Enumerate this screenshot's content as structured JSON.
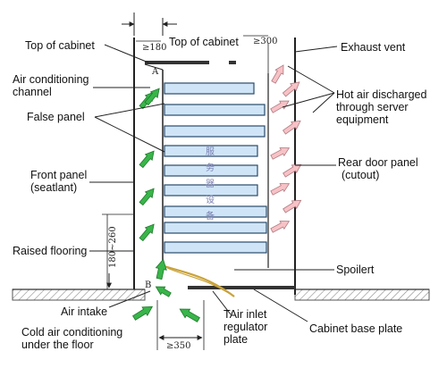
{
  "labels": {
    "top_of_cabinet_left": "Top of cabinet",
    "top_of_cabinet_center": "Top of cabinet",
    "exhaust_vent": "Exhaust vent",
    "air_conditioning_channel": [
      "Air conditioning",
      "channel"
    ],
    "false_panel": "False panel",
    "hot_air": [
      "Hot air discharged",
      "through server",
      "equipment"
    ],
    "front_panel": [
      "Front panel",
      "(seatlant)"
    ],
    "rear_door_panel": [
      "Rear door panel",
      "(cutout)"
    ],
    "raised_flooring": "Raised flooring",
    "spoilert": "Spoilert",
    "air_intake": "Air intake",
    "air_inlet_regulator": [
      "TAir inlet",
      "regulator",
      "plate"
    ],
    "cold_air": [
      "Cold air conditioning",
      "under the floor"
    ],
    "cabinet_base_plate": "Cabinet base plate"
  },
  "dimensions": {
    "top_gap": "≥180",
    "rear_gap": "≥300",
    "bottom_gap": "≥350",
    "floor_height": "180~260"
  },
  "markers": {
    "a": "A",
    "b": "B"
  },
  "server_text": [
    "服",
    "务",
    "器",
    "设",
    "备"
  ],
  "colors": {
    "server_fill": "#cfe5f7",
    "server_stroke": "#2a4a6a",
    "cold_arrow": "#39b54a",
    "hot_arrow": "#f7c2c6",
    "line": "#222222",
    "floor_hatch": "#8a8a8a"
  }
}
